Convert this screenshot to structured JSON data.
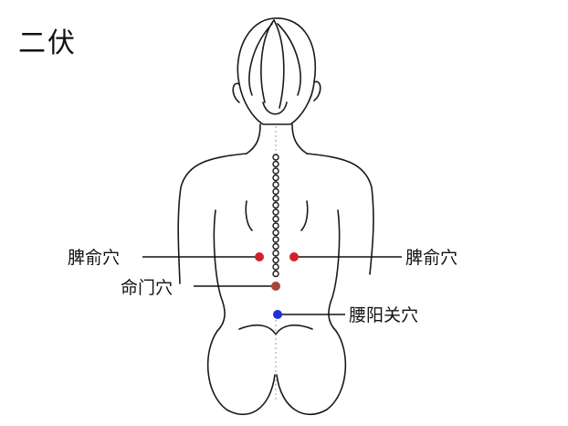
{
  "title": "二伏",
  "points": {
    "left_pishu": "脾俞穴",
    "right_pishu": "脾俞穴",
    "mingmen": "命门穴",
    "yaoyangguan": "腰阳关穴"
  },
  "colors": {
    "pishu": "#d0202a",
    "mingmen": "#a8433a",
    "yaoyangguan": "#1c2fd8",
    "outline": "#1a1a1a"
  }
}
